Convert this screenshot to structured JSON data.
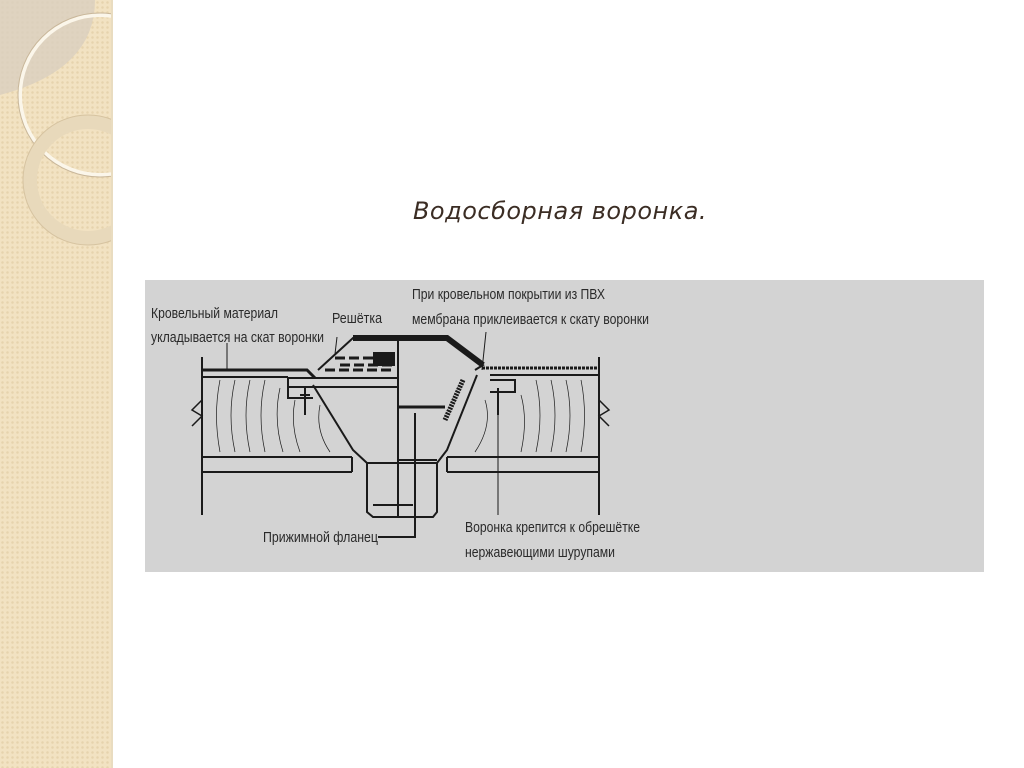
{
  "slide": {
    "title": "Водосборная воронка."
  },
  "diagram": {
    "labels": {
      "roofing_material_line1": "Кровельный материал",
      "roofing_material_line2": "укладывается на скат воронки",
      "grate": "Решётка",
      "pvc_line1": "При кровельном покрытии из ПВХ",
      "pvc_line2": "мембрана приклеивается к скату воронки",
      "clamp_flange": "Прижимной фланец",
      "fixing_line1": "Воронка крепится к обрешётке",
      "fixing_line2": "нержавеющими шурупами"
    },
    "colors": {
      "background": "#d3d3d3",
      "lines": "#1a1a1a"
    }
  }
}
